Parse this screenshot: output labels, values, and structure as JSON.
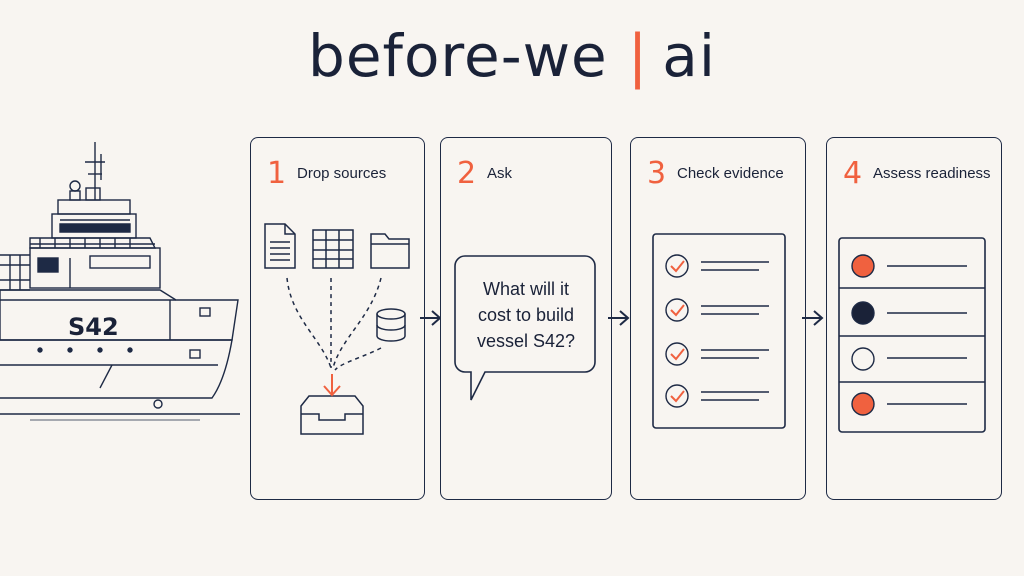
{
  "header": {
    "brand_left": "before-we",
    "brand_separator": "|",
    "brand_right": "ai"
  },
  "ship": {
    "hull_label": "S42"
  },
  "steps": [
    {
      "number": "1",
      "label": "Drop sources"
    },
    {
      "number": "2",
      "label": "Ask"
    },
    {
      "number": "3",
      "label": "Check evidence"
    },
    {
      "number": "4",
      "label": "Assess readiness"
    }
  ],
  "question": {
    "lines": [
      "What will it",
      "cost to build",
      "vessel S42?"
    ]
  },
  "readiness": {
    "statuses": [
      "orange",
      "dark",
      "empty",
      "orange"
    ]
  },
  "colors": {
    "accent": "#f0613f",
    "ink": "#1a2238",
    "background": "#f8f5f1"
  }
}
